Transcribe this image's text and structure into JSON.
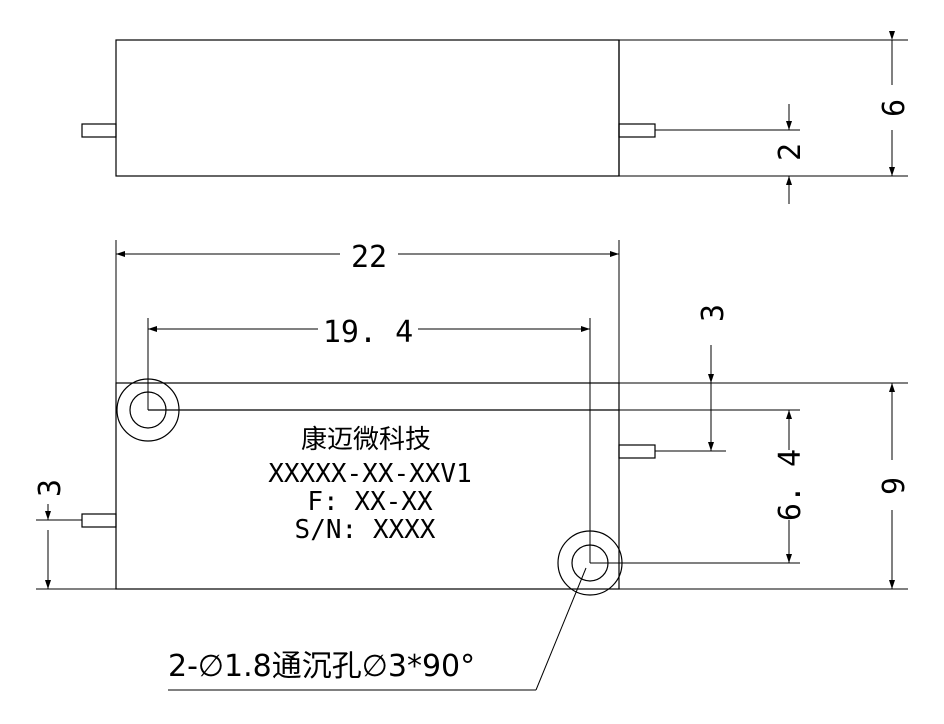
{
  "top_view": {
    "dim_height": "6",
    "dim_pin_offset": "2"
  },
  "front_view": {
    "dim_length": "22",
    "dim_hole_spacing": "19. 4",
    "dim_height": "9",
    "dim_pin_top_offset": "3",
    "dim_hole_vertical": "6. 4",
    "dim_left_pin": "3"
  },
  "label": {
    "company": "康迈微科技",
    "model": "XXXXX-XX-XXV1",
    "frequency": "F: XX-XX",
    "serial": "S/N: XXXX"
  },
  "callout": {
    "hole_spec": "2-∅1.8通沉孔∅3*90°"
  }
}
